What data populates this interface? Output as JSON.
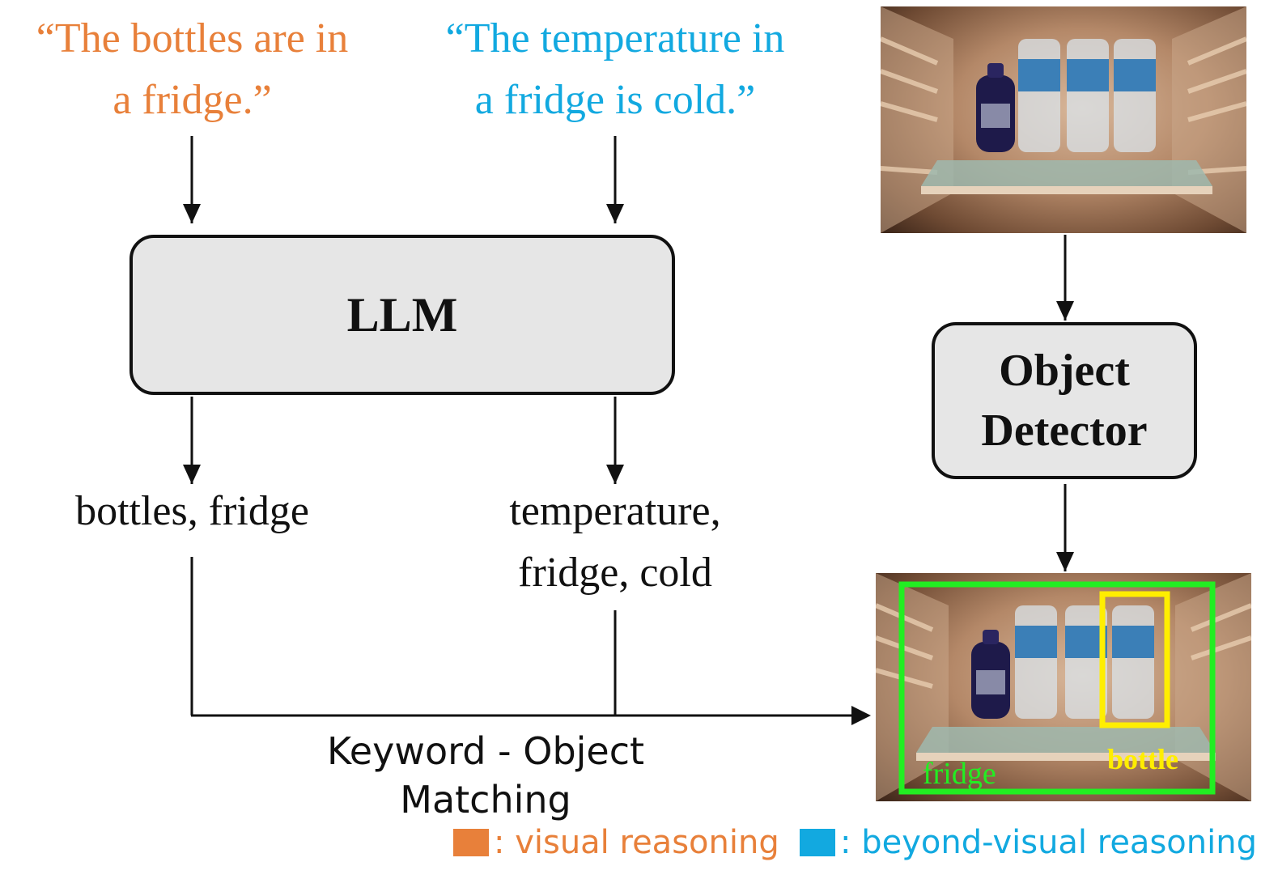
{
  "quotes": {
    "visual": {
      "line1": "“The bottles are in",
      "line2": "a fridge.”"
    },
    "beyond": {
      "line1": "“The temperature in",
      "line2": "a fridge is cold.”"
    }
  },
  "llm": {
    "label": "LLM"
  },
  "detector": {
    "line1": "Object",
    "line2": "Detector"
  },
  "keywords": {
    "visual": "bottles, fridge",
    "beyond_line1": "temperature,",
    "beyond_line2": "fridge, cold"
  },
  "matching": {
    "label": "Keyword - Object Matching"
  },
  "detections": {
    "fridge_label": "fridge",
    "bottle_label": "bottle"
  },
  "legend": {
    "visual_label": ": visual reasoning",
    "beyond_label": ": beyond-visual reasoning"
  },
  "colors": {
    "visual": "#e8803a",
    "beyond": "#12a9e0",
    "fridge_box": "#22ee22",
    "bottle_box": "#ffee00"
  }
}
